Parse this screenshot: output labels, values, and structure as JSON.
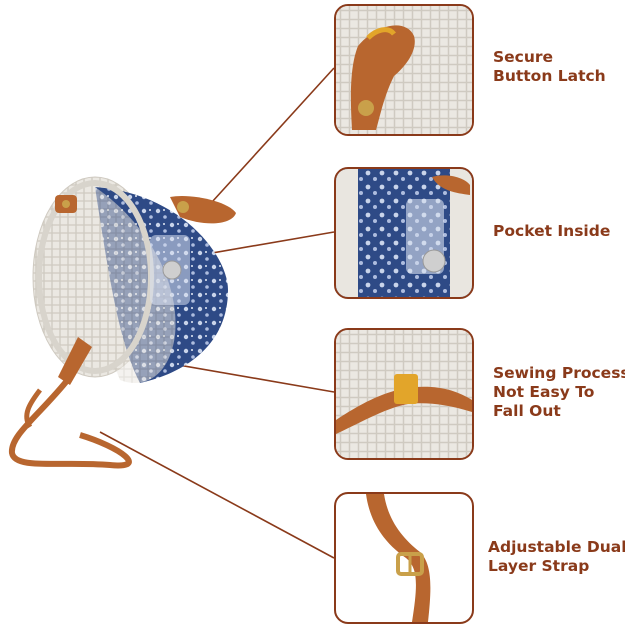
{
  "features": [
    {
      "id": "latch",
      "lines": [
        "Secure",
        "Button Latch"
      ]
    },
    {
      "id": "pocket",
      "lines": [
        "Pocket Inside"
      ]
    },
    {
      "id": "sewing",
      "lines": [
        "Sewing Process",
        "Not Easy To",
        "Fall Out"
      ]
    },
    {
      "id": "strap",
      "lines": [
        "Adjustable Dual",
        "Layer Strap"
      ]
    }
  ],
  "colors": {
    "accent": "#8a3a1a",
    "rattan": "#e9e6e0",
    "leather": "#b8662f",
    "lining": "#2e4a86",
    "stitch": "#e2a52a"
  }
}
